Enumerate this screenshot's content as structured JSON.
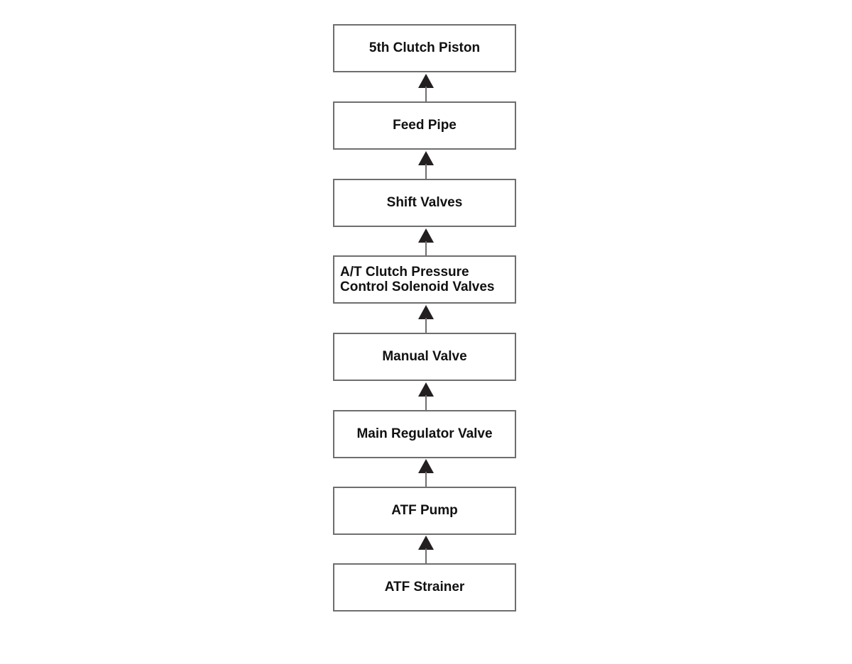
{
  "diagram": {
    "nodes": [
      {
        "label": "5th Clutch Piston"
      },
      {
        "label": "Feed Pipe"
      },
      {
        "label": "Shift Valves"
      },
      {
        "lines": [
          "A/T Clutch Pressure",
          "Control Solenoid Valves"
        ]
      },
      {
        "label": "Manual Valve"
      },
      {
        "label": "Main Regulator Valve"
      },
      {
        "label": "ATF Pump"
      },
      {
        "label": "ATF Strainer"
      }
    ],
    "arrow_direction": "up",
    "colors": {
      "box_border": "#6e6e6e",
      "arrow_head": "#231f20",
      "text": "#111111"
    }
  }
}
